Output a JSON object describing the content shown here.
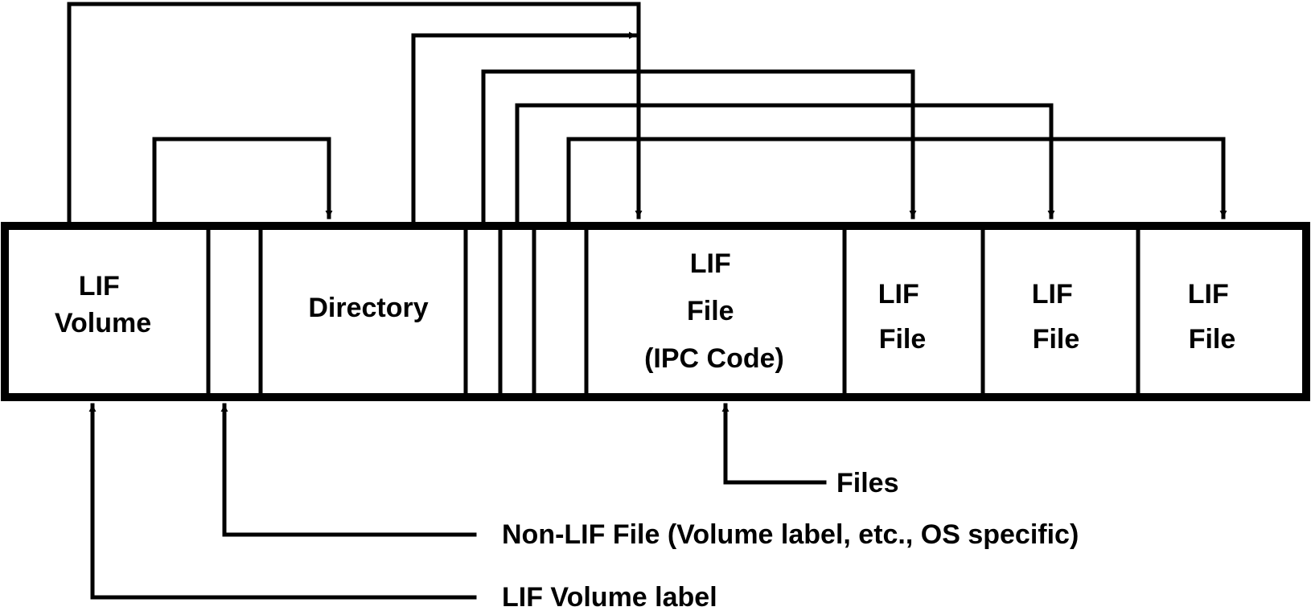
{
  "segments": [
    {
      "id": "volume",
      "lines": [
        "LIF",
        "Volume"
      ]
    },
    {
      "id": "nonlif1",
      "lines": []
    },
    {
      "id": "directory",
      "lines": [
        "Directory"
      ]
    },
    {
      "id": "gap1",
      "lines": []
    },
    {
      "id": "gap2",
      "lines": []
    },
    {
      "id": "gap3",
      "lines": []
    },
    {
      "id": "ipc_file",
      "lines": [
        "LIF",
        "File",
        "(IPC Code)"
      ]
    },
    {
      "id": "file2",
      "lines": [
        "LIF",
        "File"
      ]
    },
    {
      "id": "file3",
      "lines": [
        "LIF",
        "File"
      ]
    },
    {
      "id": "file4",
      "lines": [
        "LIF",
        "File"
      ]
    }
  ],
  "callouts": {
    "files": "Files",
    "non_lif": "Non-LIF File (Volume label, etc., OS specific)",
    "volume_label": "LIF Volume label"
  },
  "colors": {
    "line": "#000000",
    "background": "#ffffff"
  }
}
